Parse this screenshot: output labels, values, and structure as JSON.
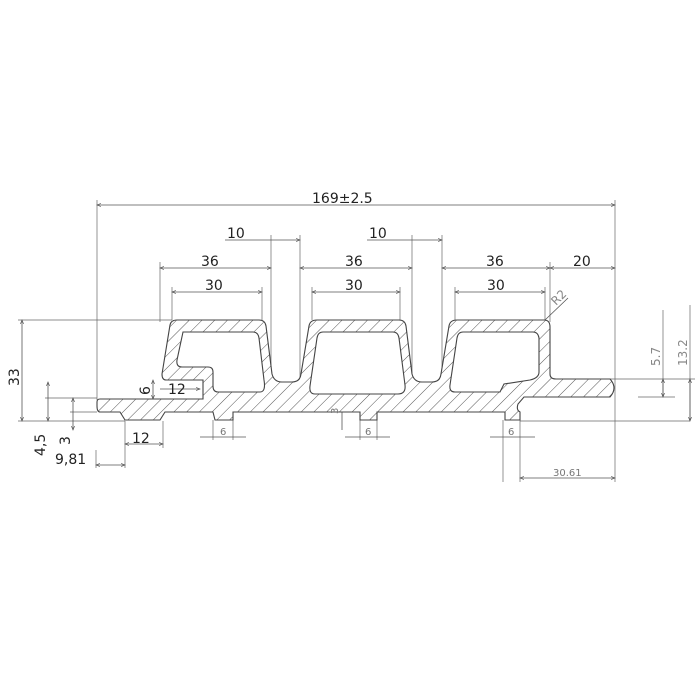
{
  "drawing": {
    "overall_width": "169±2.5",
    "gap_width_left": "10",
    "gap_width_right": "10",
    "chamber_outer": [
      "36",
      "36",
      "36"
    ],
    "end_flange_width": "20",
    "chamber_inner": [
      "30",
      "30",
      "30"
    ],
    "radius": "R2",
    "height": "33",
    "slot_height": "6",
    "slot_depth": "12",
    "bottom_step": "12",
    "base_thickness": "4,5",
    "foot_height_left": "3",
    "left_offset": "9,81",
    "foot_widths": [
      "6",
      "6",
      "6"
    ],
    "foot_height_center": "3",
    "flange_thickness": "5.7",
    "flange_height": "13.2",
    "flange_length": "30.61"
  }
}
